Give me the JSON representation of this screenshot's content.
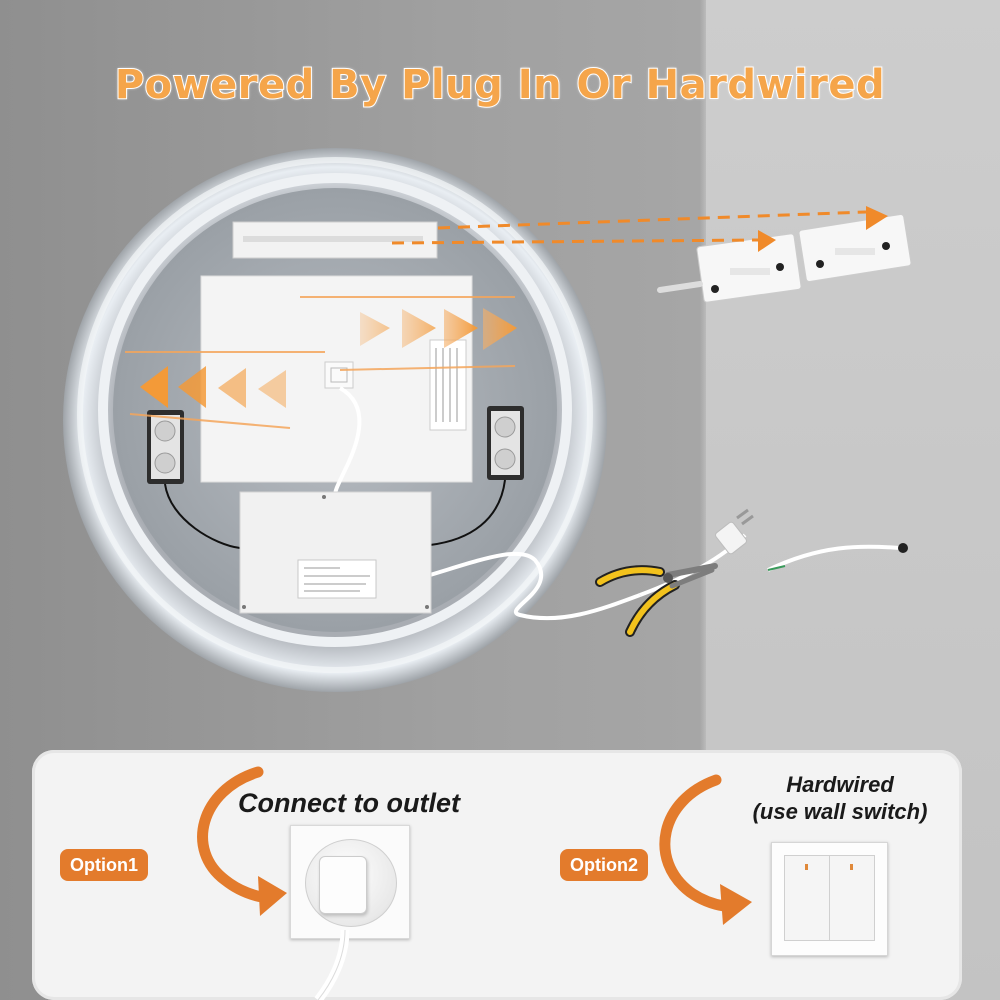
{
  "headline": "Powered By Plug In Or Hardwired",
  "colors": {
    "accent": "#E37B2C",
    "headline_fill": "#F5A54A",
    "panel": "#F3F3F3"
  },
  "icons": [
    "curved-arrow-icon",
    "double-chevron-arrow-icon",
    "power-outlet-icon",
    "wall-switch-icon",
    "pliers-icon"
  ],
  "options": [
    {
      "badge": "Option1",
      "caption": "Connect to outlet"
    },
    {
      "badge": "Option2",
      "caption_lines": [
        "Hardwired",
        "(use wall switch)"
      ]
    }
  ]
}
